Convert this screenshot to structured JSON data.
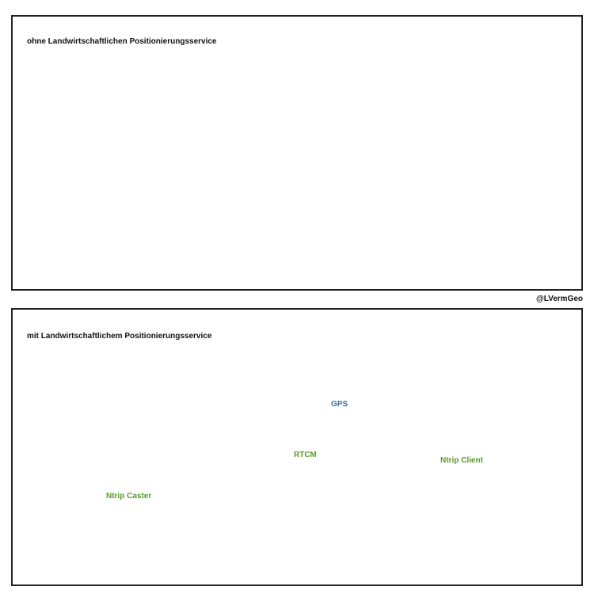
{
  "top_panel": {
    "title": "ohne Landwirtschaftlichen Positionierungsservice"
  },
  "bottom_panel": {
    "title": "mit Landwirtschaftlichem Positionierungsservice",
    "labels": {
      "gps": "GPS",
      "rtcm": "RTCM",
      "ntrip_client": "Ntrip Client",
      "ntrip_caster": "Ntrip Caster",
      "monitor_brand": "LVermGeo"
    }
  },
  "credit": "@LVermGeo",
  "colors": {
    "signal_blue": "#3a6ea5",
    "rtcm_green": "#5a9a2a",
    "soil": "#b89a78",
    "grass": "#6e9a36",
    "tractor_red": "#a8182a"
  }
}
